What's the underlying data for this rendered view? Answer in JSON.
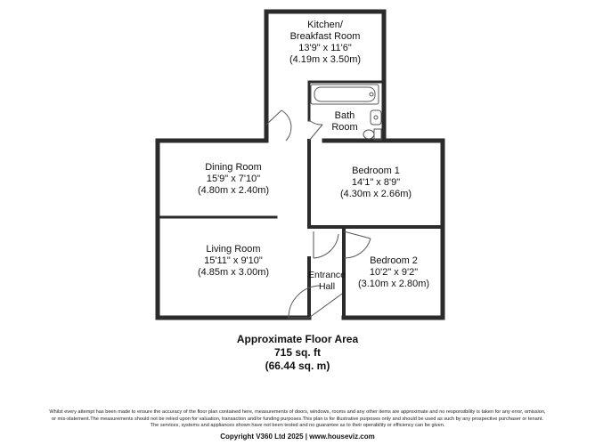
{
  "rooms": {
    "kitchen": {
      "name_line1": "Kitchen/",
      "name_line2": "Breakfast Room",
      "imperial": "13'9\" x 11'6\"",
      "metric": "(4.19m x 3.50m)"
    },
    "bathroom": {
      "name_line1": "Bath",
      "name_line2": "Room"
    },
    "dining": {
      "name": "Dining Room",
      "imperial": "15'9\" x 7'10\"",
      "metric": "(4.80m x 2.40m)"
    },
    "bedroom1": {
      "name": "Bedroom 1",
      "imperial": "14'1\" x 8'9\"",
      "metric": "(4.30m x 2.66m)"
    },
    "living": {
      "name": "Living Room",
      "imperial": "15'11\" x 9'10\"",
      "metric": "(4.85m x 3.00m)"
    },
    "bedroom2": {
      "name": "Bedroom 2",
      "imperial": "10'2\" x 9'2\"",
      "metric": "(3.10m x 2.80m)"
    },
    "hall": {
      "name_line1": "Entrance",
      "name_line2": "Hall"
    }
  },
  "floor_area": {
    "title": "Approximate Floor Area",
    "sqft": "715 sq. ft",
    "sqm": "(66.44 sq. m)"
  },
  "disclaimer": {
    "line1": "Whilst every attempt has been made to ensure the accuracy of the floor plan contained here, measurements of doors, windows, rooms and any other items are approximate and no responsibility is taken for any error, omission,",
    "line2": "or mis-statement.The measurements should not be relied upon for valuation, transaction and/or funding purposes.This plan is for illustrative purposes only and should be used as such by any prospective purchaser or tenant.",
    "line3": "The services, systems and appliances shown have not been tested and no guarantee as to their operability or efficiency can be given."
  },
  "copyright": "Copyright V360 Ltd 2025 | www.houseviz.com",
  "colors": {
    "wall": "#2b2b2b",
    "line": "#555555",
    "background": "#ffffff"
  }
}
